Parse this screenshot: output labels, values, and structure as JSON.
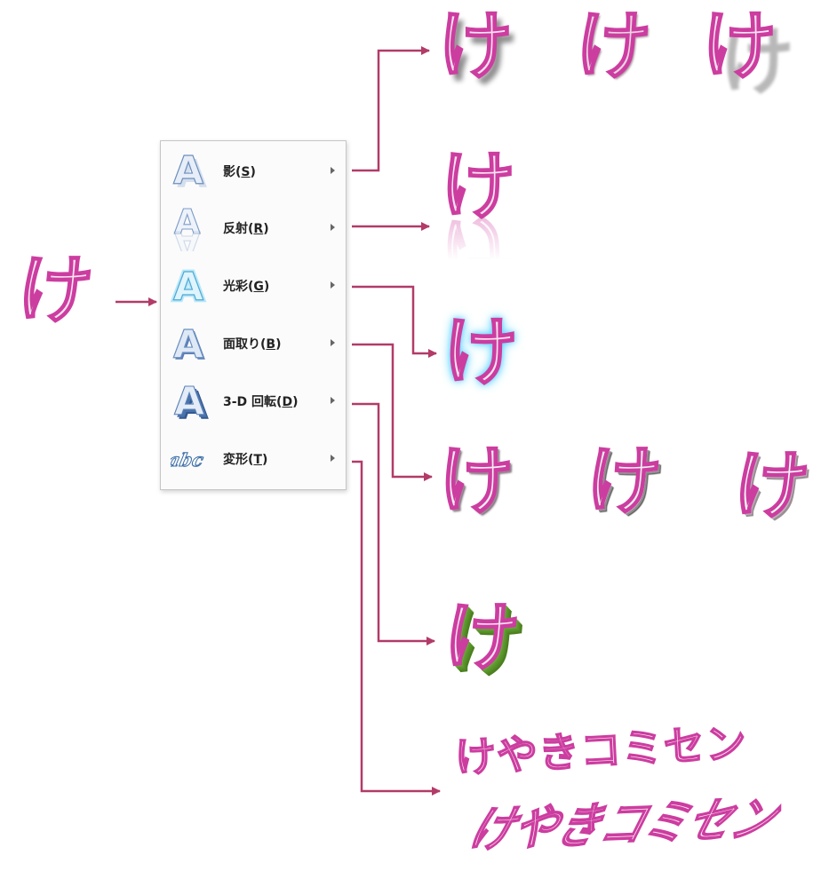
{
  "source_glyph": "け",
  "menu": {
    "items": [
      {
        "label": "影(",
        "mnemonic": "S",
        "suffix": ")",
        "icon": "shadow-a-icon"
      },
      {
        "label": "反射(",
        "mnemonic": "R",
        "suffix": ")",
        "icon": "reflection-a-icon"
      },
      {
        "label": "光彩(",
        "mnemonic": "G",
        "suffix": ")",
        "icon": "glow-a-icon"
      },
      {
        "label": "面取り(",
        "mnemonic": "B",
        "suffix": ")",
        "icon": "bevel-a-icon"
      },
      {
        "label": "3-D 回転(",
        "mnemonic": "D",
        "suffix": ")",
        "icon": "rotation-3d-a-icon"
      },
      {
        "label": "変形(",
        "mnemonic": "T",
        "suffix": ")",
        "icon": "transform-abc-icon"
      }
    ]
  },
  "results": {
    "glyph": "け",
    "transform_line1": "けやきコミセン",
    "transform_line2": "けやきコミセン"
  },
  "colors": {
    "connector": "#b23b68",
    "glyph_outline": "#cc3da0",
    "glyph_fill": "#fbe3f1",
    "glow": "#67d3ff",
    "extrude": "#6aa63a"
  }
}
